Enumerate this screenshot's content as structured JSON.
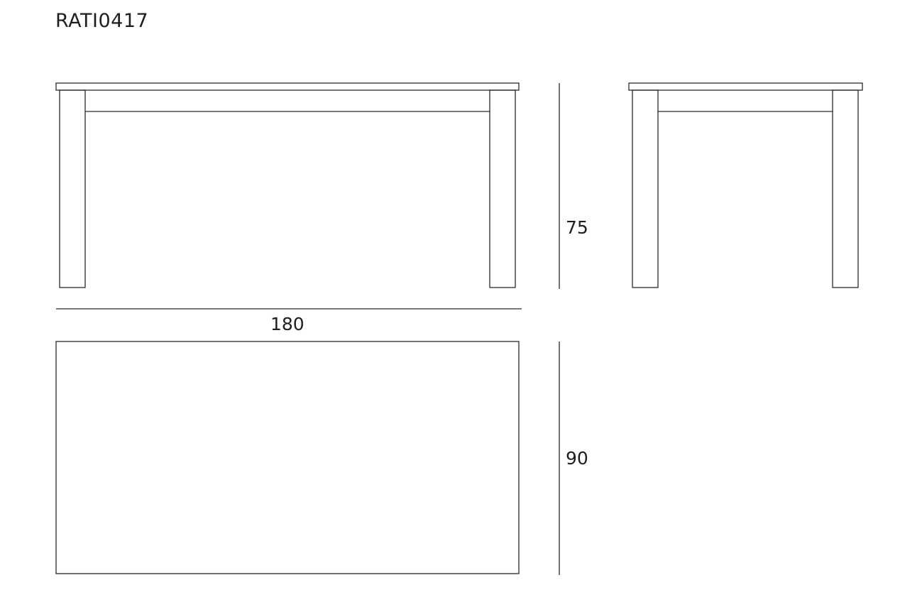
{
  "product_code": "RATI0417",
  "dimensions": {
    "length": "180",
    "height": "75",
    "width": "90"
  }
}
